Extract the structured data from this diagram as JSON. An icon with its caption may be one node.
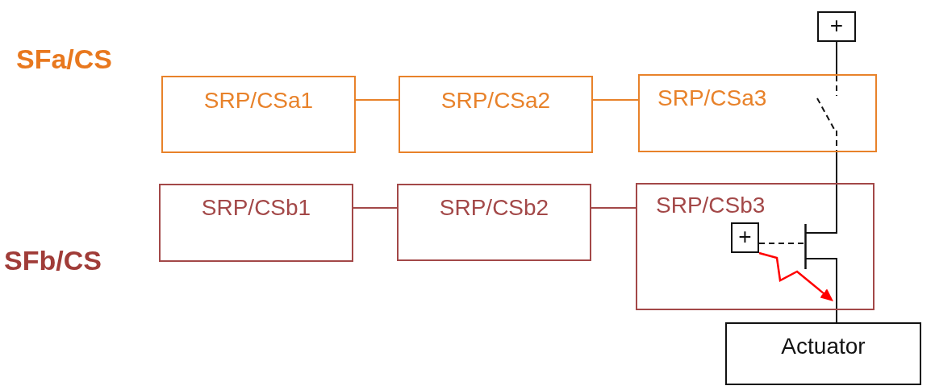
{
  "diagram": {
    "nodes": [
      {
        "text": [
          "+"
        ]
      },
      {
        "text": [
          "SRP/CSa1"
        ]
      },
      {
        "text": [
          "SRP/CSa2"
        ]
      },
      {
        "text": [
          "SRP/CSa3"
        ]
      },
      {
        "text": [],
        "shape": "switch",
        "in": 3
      },
      {
        "text": [
          "SRP/CSb1"
        ]
      },
      {
        "text": [
          "SRP/CSb2"
        ]
      },
      {
        "text": [
          "SRP/CSb3"
        ]
      },
      {
        "text": [
          "+"
        ],
        "in": 7
      },
      {
        "text": [],
        "shape": "transistor",
        "in": 7
      },
      {
        "text": [
          "Actuator"
        ]
      }
    ],
    "edges": [
      {
        "from": 1,
        "to": 2,
        "arrow": "none",
        "color": "#e8822a"
      },
      {
        "from": 2,
        "to": 3,
        "arrow": "none",
        "color": "#e8822a"
      },
      {
        "from": 5,
        "to": 6,
        "arrow": "none",
        "color": "#a34848"
      },
      {
        "from": 6,
        "to": 7,
        "arrow": "none",
        "color": "#a34848"
      },
      {
        "from": 0,
        "to": 4,
        "arrow": "none"
      },
      {
        "from": 4,
        "to": 9,
        "arrow": "none"
      },
      {
        "from": 9,
        "to": 10,
        "arrow": "none"
      },
      {
        "from": 8,
        "to": 9,
        "arrow": "none",
        "style": "dashed"
      },
      {
        "from": 8,
        "to": null,
        "arrow": "to",
        "color": "#ff0000"
      }
    ],
    "labels": [
      "SFa/CS",
      "SFb/CS"
    ]
  }
}
